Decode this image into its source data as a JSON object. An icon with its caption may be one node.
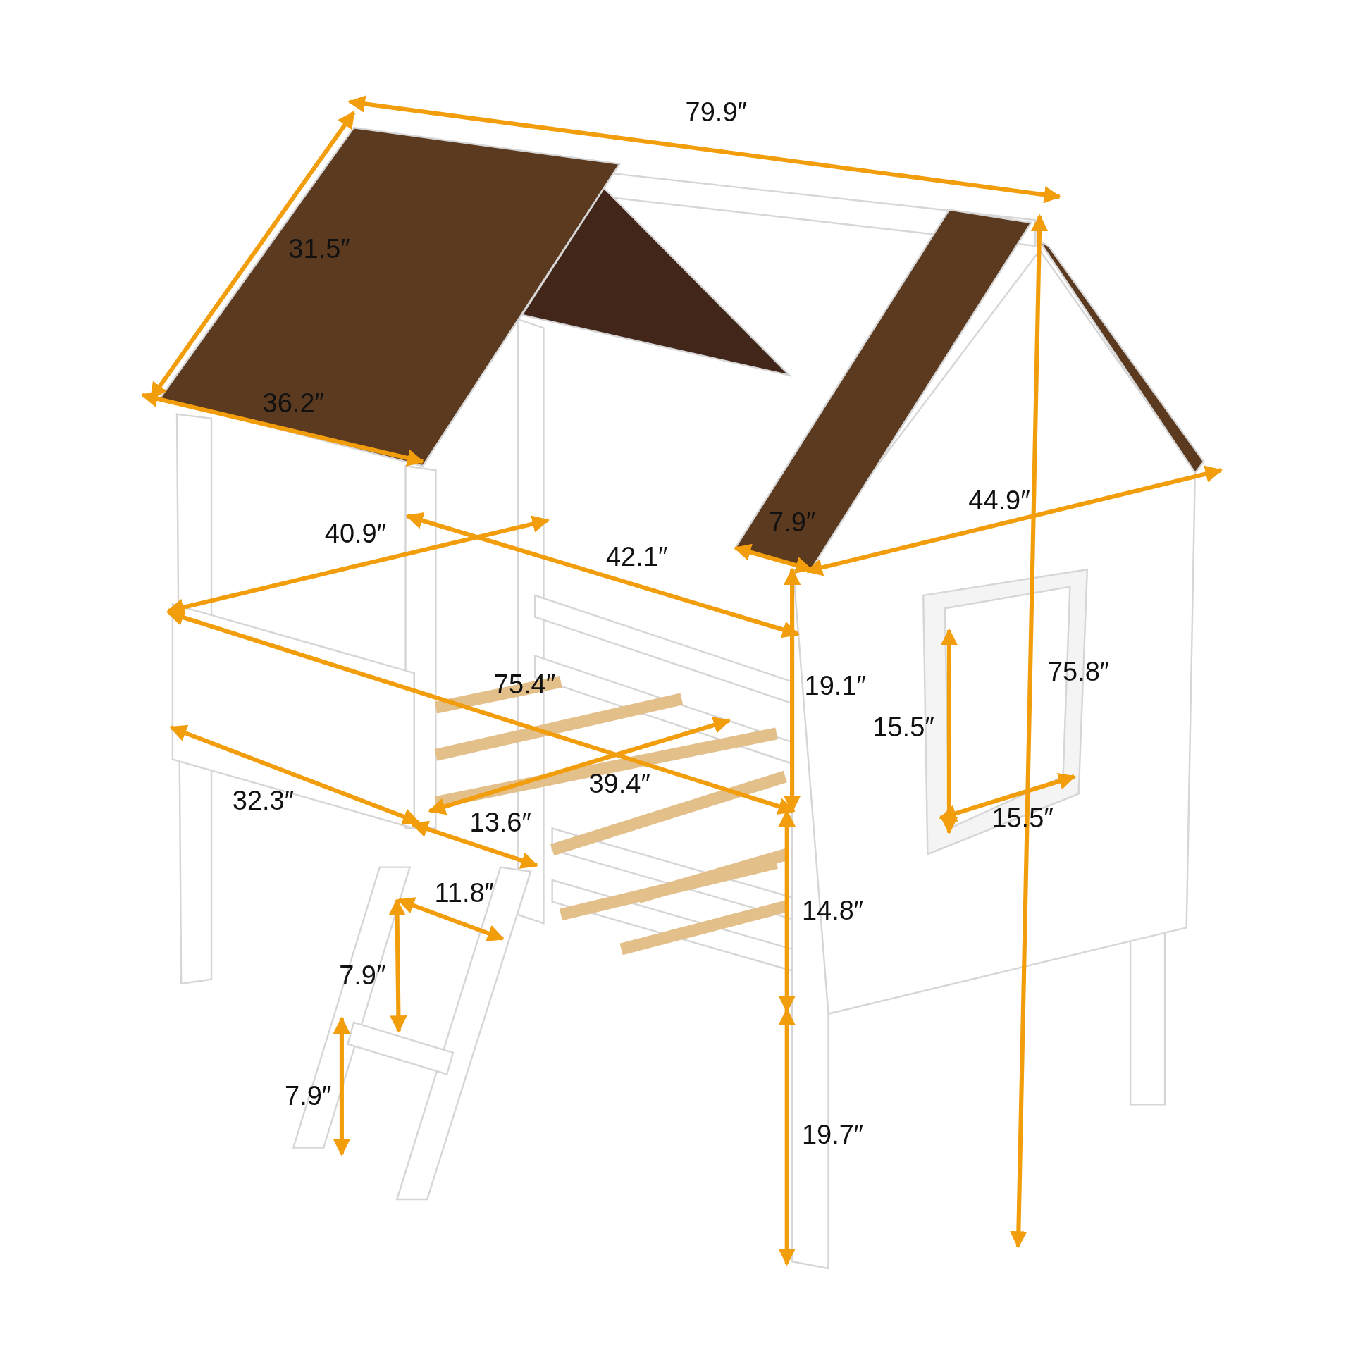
{
  "diagram": {
    "labels": [
      "79.9″",
      "31.5″",
      "36.2″",
      "44.9″",
      "7.9″",
      "40.9″",
      "42.1″",
      "75.4″",
      "75.8″",
      "19.1″",
      "15.5″",
      "39.4″",
      "32.3″",
      "15.5″",
      "13.6″",
      "11.8″",
      "14.8″",
      "7.9″",
      "7.9″",
      "19.7″"
    ]
  }
}
